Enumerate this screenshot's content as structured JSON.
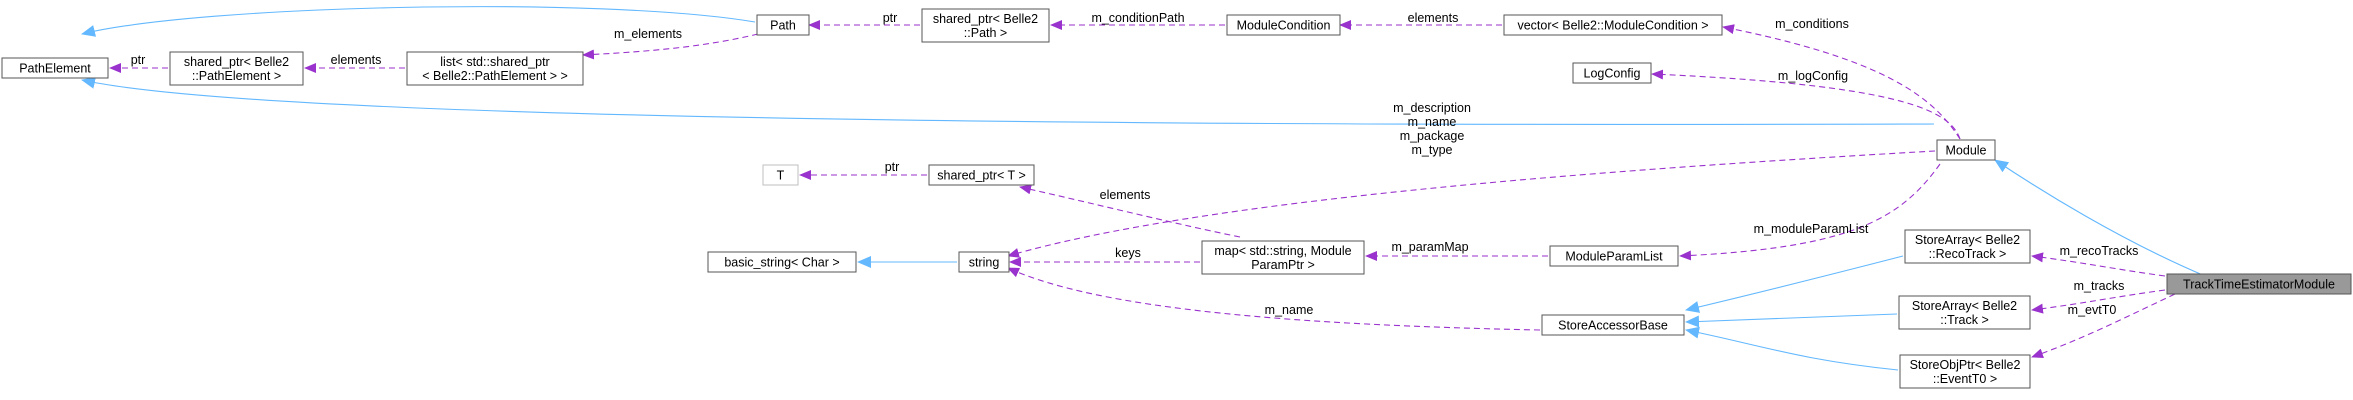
{
  "nodes": {
    "path_element": {
      "lines": [
        "PathElement"
      ]
    },
    "shared_ptr_path_element": {
      "lines": [
        "shared_ptr< Belle2",
        "::PathElement >"
      ]
    },
    "list_shared_ptr": {
      "lines": [
        "list< std::shared_ptr",
        "< Belle2::PathElement > >"
      ]
    },
    "path": {
      "lines": [
        "Path"
      ]
    },
    "shared_ptr_path": {
      "lines": [
        "shared_ptr< Belle2",
        "::Path >"
      ]
    },
    "module_condition": {
      "lines": [
        "ModuleCondition"
      ]
    },
    "vector_module_condition": {
      "lines": [
        "vector< Belle2::ModuleCondition >"
      ]
    },
    "log_config": {
      "lines": [
        "LogConfig"
      ]
    },
    "module": {
      "lines": [
        "Module"
      ]
    },
    "t": {
      "lines": [
        "T"
      ]
    },
    "shared_ptr_t": {
      "lines": [
        "shared_ptr< T >"
      ]
    },
    "basic_string": {
      "lines": [
        "basic_string< Char >"
      ]
    },
    "string": {
      "lines": [
        "string"
      ]
    },
    "map_param": {
      "lines": [
        "map< std::string, Module",
        "ParamPtr >"
      ]
    },
    "module_param_list": {
      "lines": [
        "ModuleParamList"
      ]
    },
    "store_accessor_base": {
      "lines": [
        "StoreAccessorBase"
      ]
    },
    "store_array_reco_track": {
      "lines": [
        "StoreArray< Belle2",
        "::RecoTrack >"
      ]
    },
    "store_array_track": {
      "lines": [
        "StoreArray< Belle2",
        "::Track >"
      ]
    },
    "store_obj_ptr_event_t0": {
      "lines": [
        "StoreObjPtr< Belle2",
        "::EventT0 >"
      ]
    },
    "track_time_estimator": {
      "lines": [
        "TrackTimeEstimatorModule"
      ]
    }
  },
  "edges": {
    "ptr_path_element": {
      "lines": [
        "ptr"
      ]
    },
    "elements_list": {
      "lines": [
        "elements"
      ]
    },
    "m_elements": {
      "lines": [
        "m_elements"
      ]
    },
    "ptr_path": {
      "lines": [
        "ptr"
      ]
    },
    "m_condition_path": {
      "lines": [
        "m_conditionPath"
      ]
    },
    "elements_condition": {
      "lines": [
        "elements"
      ]
    },
    "m_conditions": {
      "lines": [
        "m_conditions"
      ]
    },
    "m_log_config": {
      "lines": [
        "m_logConfig"
      ]
    },
    "ptr_t": {
      "lines": [
        "ptr"
      ]
    },
    "elements_map": {
      "lines": [
        "elements"
      ]
    },
    "module_strings": {
      "lines": [
        "m_description",
        "m_name",
        "m_package",
        "m_type"
      ]
    },
    "keys": {
      "lines": [
        "keys"
      ]
    },
    "m_param_map": {
      "lines": [
        "m_paramMap"
      ]
    },
    "m_module_param_list": {
      "lines": [
        "m_moduleParamList"
      ]
    },
    "m_name_store": {
      "lines": [
        "m_name"
      ]
    },
    "m_reco_tracks": {
      "lines": [
        "m_recoTracks"
      ]
    },
    "m_tracks": {
      "lines": [
        "m_tracks"
      ]
    },
    "m_evt_t0": {
      "lines": [
        "m_evtT0"
      ]
    }
  },
  "colors": {
    "usage_edge": "#9a32cd",
    "inheritance_edge": "#63b8ff",
    "node_border": "#555555",
    "highlight_fill": "#999999"
  }
}
